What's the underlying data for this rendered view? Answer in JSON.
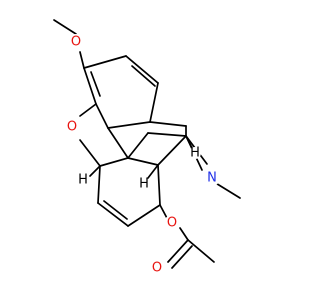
{
  "molecule": {
    "atoms": [
      {
        "id": "O_methoxy",
        "label": "O",
        "color": "#e8130f"
      },
      {
        "id": "O_furan",
        "label": "O",
        "color": "#e8130f"
      },
      {
        "id": "N_amine",
        "label": "N",
        "color": "#1f2fe8"
      },
      {
        "id": "O_ester",
        "label": "O",
        "color": "#e8130f"
      },
      {
        "id": "O_carbonyl",
        "label": "O",
        "color": "#e8130f"
      },
      {
        "id": "H_c5",
        "label": "H",
        "color": "#000000"
      },
      {
        "id": "H_c14",
        "label": "H",
        "color": "#000000"
      },
      {
        "id": "H_c9",
        "label": "H",
        "color": "#000000"
      }
    ]
  }
}
